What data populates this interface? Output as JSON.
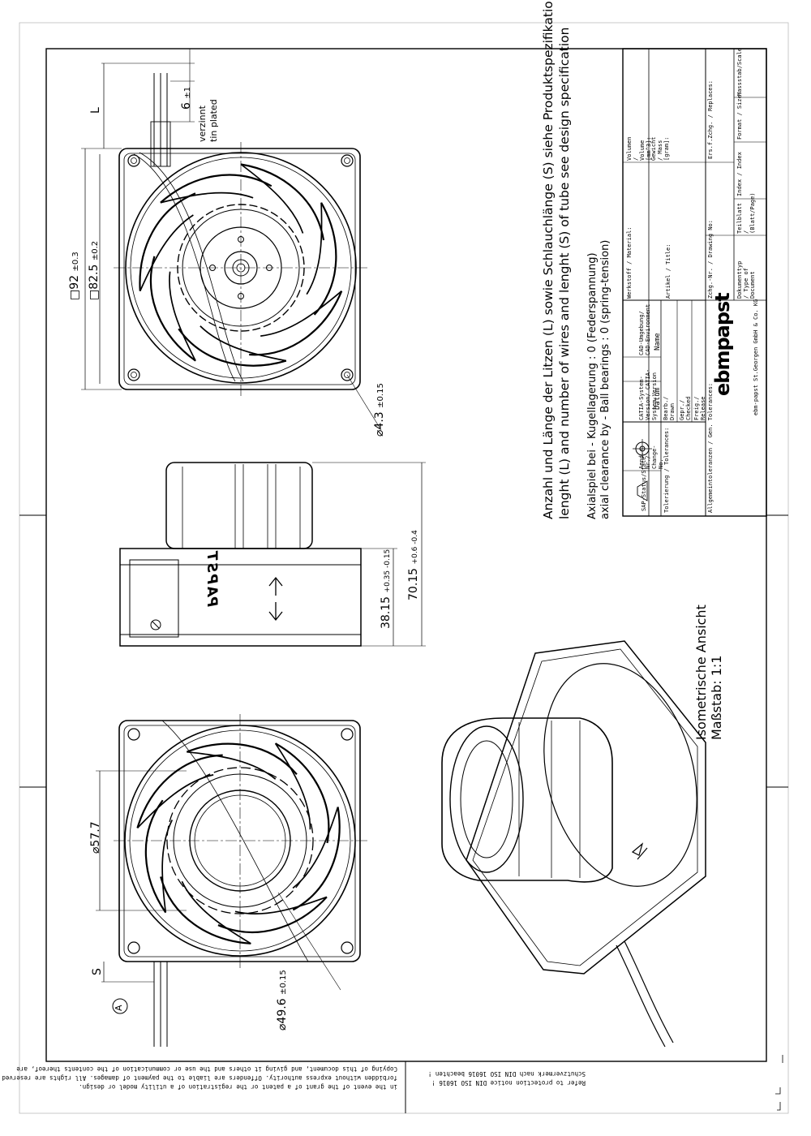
{
  "notes": {
    "wires_de": "Anzahl und Länge der Litzen (L) sowie Schlauchlänge (S) siehe Produktspezifikation",
    "wires_en": "lenght (L) and number of wires and lenght (S) of tube see design specification",
    "axial_de": "Axialspiel bei - Kugellagerung : 0 (Federspannung)",
    "axial_en": "axial clearance by - Ball bearings : 0 (spring-tension)",
    "iso_view": "Isometrische Ansicht",
    "scale": "Maßstab: 1:1"
  },
  "dimensions": {
    "square_92": "92",
    "tol_92": "±0.3",
    "square_82": "82.5",
    "tol_82": "±0.2",
    "hole": "4.3",
    "tol_hole": "±0.15",
    "wire_strip": "6",
    "tol_strip": "±1",
    "tin_de": "verzinnt",
    "tin_en": "tin plated",
    "length_L": "L",
    "depth_total": "70.15",
    "tol_total": "+0.6 -0.4",
    "depth_frame": "38.15",
    "tol_frame": "+0.35 -0.15",
    "dia_57": "57.7",
    "dia_49": "49.6",
    "tol_49": "±0.15",
    "tube_S": "S",
    "view_A": "A",
    "brand_side": "PAPST"
  },
  "title_block": {
    "sap": "SAP-Status/State",
    "change_no": "Aend.-Nr./ Change-No.",
    "catia": "CATIA-System-Version/ CATIA-System-Version",
    "cad": "CAD-Umgebung/ CAD-Environment",
    "datum": "Datum",
    "name": "Name",
    "drawn": "Bearb./ Drawn",
    "checked": "Gepr./ Checked",
    "release": "Freig./ Release",
    "tolerances": "Tolerierung / Tolerances:",
    "general_tol": "Allgemeintoleranzen / Gen. Tolerances:",
    "material": "Werkstoff / Material:",
    "title": "Artikel / Title:",
    "drawing_no": "Zchg.-Nr. / Drawing No:",
    "doc_type": "Dokumenttyp / Type of Document",
    "sheet": "Teilblatt / (Blatt/Page)",
    "index": "Index / Index",
    "replaces": "Ers.f.Zchg. / Replaces:",
    "format": "Format / Size:",
    "scale": "Massstab/Scale",
    "volume": "Volumen / Volume [mm^3]:",
    "weight": "Gewicht / Mass [gram]:",
    "company_logo": "ebmpapst",
    "company": "ebm-papst St.Georgen GmbH & Co. KG"
  },
  "legal": {
    "en_1": "Copying of this document, and giving it others and the use or communication of the contents thereof, are",
    "en_2": "forbidden without express authority. Offenders are liable to the payment of damages. All rights are reserved",
    "en_3": "in the event of the grant of a patent or the registration of a utility model or design.",
    "de_1": "Schutzvermerk nach DIN ISO 16016 beachten !",
    "de_2": "Refer to protection notice DIN ISO 16016 !"
  }
}
